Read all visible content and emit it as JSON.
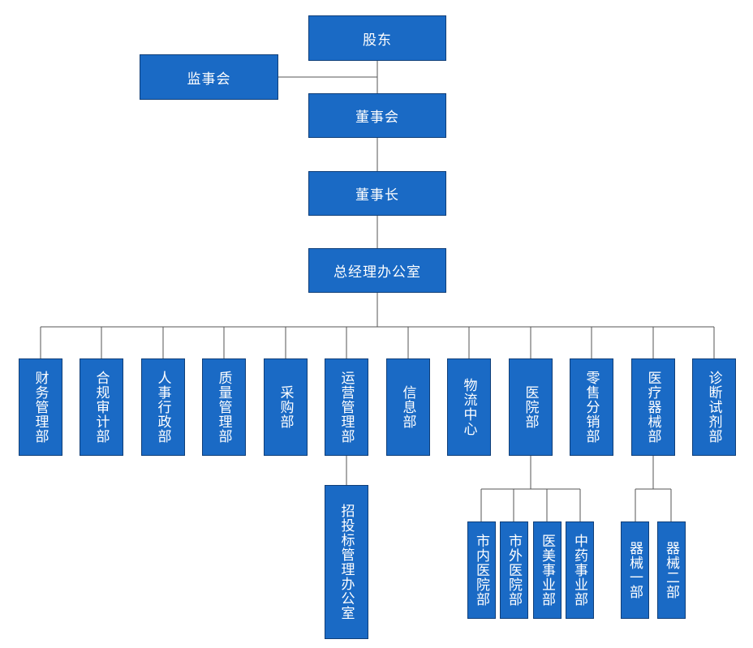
{
  "org_chart": {
    "shareholders": "股东",
    "supervisory_board": "监事会",
    "board_of_directors": "董事会",
    "chairman": "董事长",
    "gm_office": "总经理办公室",
    "departments": {
      "finance": "财务管理部",
      "compliance_audit": "合规审计部",
      "hr_admin": "人事行政部",
      "quality": "质量管理部",
      "procurement": "采购部",
      "operations": "运营管理部",
      "information": "信息部",
      "logistics": "物流中心",
      "hospital": "医院部",
      "retail": "零售分销部",
      "medical_devices": "医疗器械部",
      "diagnostic_reagents": "诊断试剂部"
    },
    "sub_departments": {
      "bidding_office": "招投标管理办公室",
      "hospital_in_city": "市内医院部",
      "hospital_out_city": "市外医院部",
      "medical_aesthetics": "医美事业部",
      "tcm": "中药事业部",
      "devices_one": "器械一部",
      "devices_two": "器械二部"
    }
  }
}
